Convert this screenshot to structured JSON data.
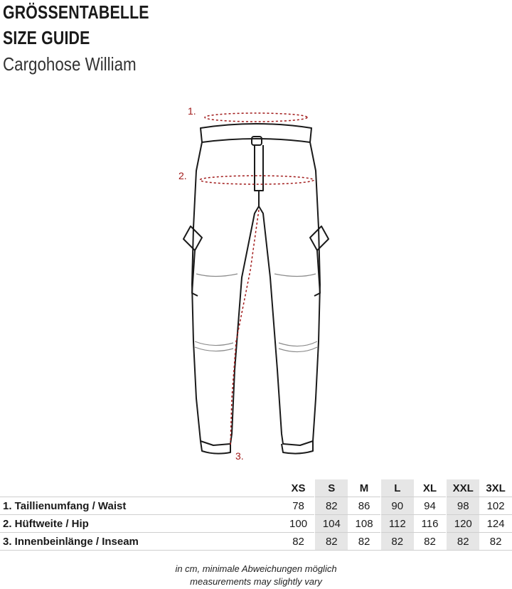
{
  "header": {
    "title_de": "GRÖSSENTABELLE",
    "title_en": "SIZE GUIDE",
    "product": "Cargohose William"
  },
  "figure": {
    "icon": "cargo-pants-icon",
    "callouts": [
      "1.",
      "2.",
      "3."
    ],
    "callout_color": "#a11a1a"
  },
  "table": {
    "sizes": [
      "XS",
      "S",
      "M",
      "L",
      "XL",
      "XXL",
      "3XL"
    ],
    "shaded_columns": [
      "S",
      "L",
      "XXL"
    ],
    "rows": [
      {
        "label": "1. Taillienumfang / Waist",
        "values": [
          "78",
          "82",
          "86",
          "90",
          "94",
          "98",
          "102"
        ]
      },
      {
        "label": "2. Hüftweite / Hip",
        "values": [
          "100",
          "104",
          "108",
          "112",
          "116",
          "120",
          "124"
        ]
      },
      {
        "label": "3. Innenbeinlänge / Inseam",
        "values": [
          "82",
          "82",
          "82",
          "82",
          "82",
          "82",
          "82"
        ]
      }
    ]
  },
  "notes": {
    "de": "in cm, minimale Abweichungen möglich",
    "en": "measurements may slightly vary"
  }
}
